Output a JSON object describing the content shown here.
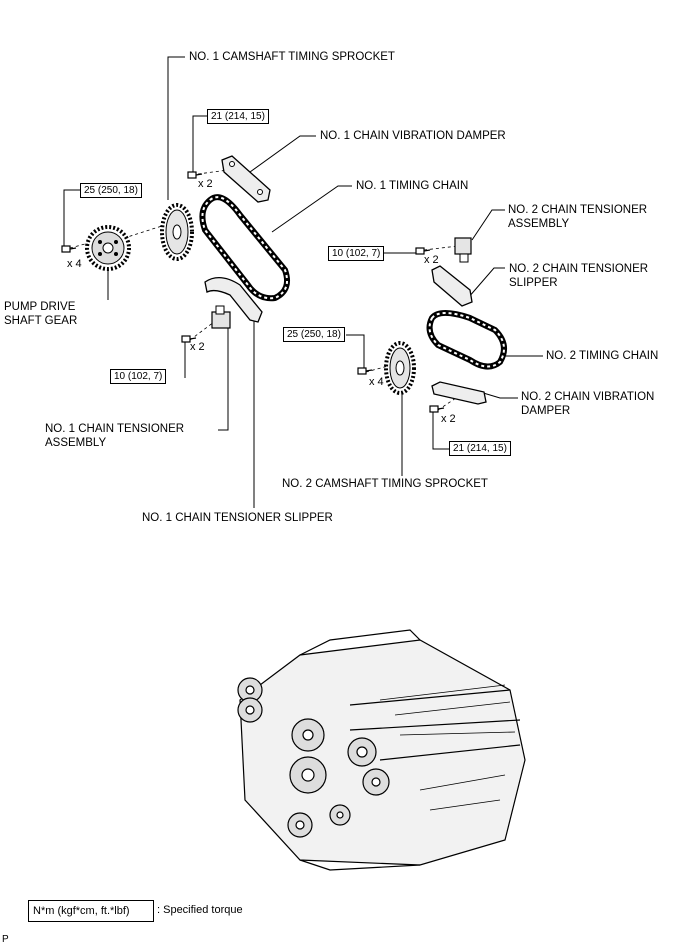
{
  "labels": {
    "cam_sprocket_1": "NO. 1 CAMSHAFT TIMING SPROCKET",
    "vib_damper_1": "NO. 1 CHAIN VIBRATION DAMPER",
    "timing_chain_1": "NO. 1 TIMING CHAIN",
    "tensioner_assy_2_line1": "NO. 2 CHAIN TENSIONER",
    "tensioner_assy_2_line2": "ASSEMBLY",
    "tensioner_slipper_2_line1": "NO. 2 CHAIN TENSIONER",
    "tensioner_slipper_2_line2": "SLIPPER",
    "pump_gear_line1": "PUMP DRIVE",
    "pump_gear_line2": "SHAFT GEAR",
    "timing_chain_2": "NO. 2 TIMING CHAIN",
    "vib_damper_2_line1": "NO. 2 CHAIN VIBRATION",
    "vib_damper_2_line2": "DAMPER",
    "tensioner_assy_1_line1": "NO. 1 CHAIN TENSIONER",
    "tensioner_assy_1_line2": "ASSEMBLY",
    "cam_sprocket_2": "NO. 2 CAMSHAFT TIMING SPROCKET",
    "tensioner_slipper_1": "NO. 1 CHAIN TENSIONER SLIPPER"
  },
  "torques": {
    "damper_1": "21 (214, 15)",
    "pump_gear": "25 (250, 18)",
    "tensioner_2": "10 (102, 7)",
    "sprocket_2": "25 (250, 18)",
    "tensioner_1": "10 (102, 7)",
    "damper_2": "21 (214, 15)"
  },
  "quantities": {
    "damper_1": "x 2",
    "pump_gear": "x 4",
    "tensioner_2": "x 2",
    "tensioner_1": "x 2",
    "sprocket_2": "x 4",
    "damper_2": "x 2"
  },
  "legend": {
    "unit": "N*m (kgf*cm, ft.*lbf)",
    "meaning": ": Specified torque"
  },
  "corner_mark": "P"
}
